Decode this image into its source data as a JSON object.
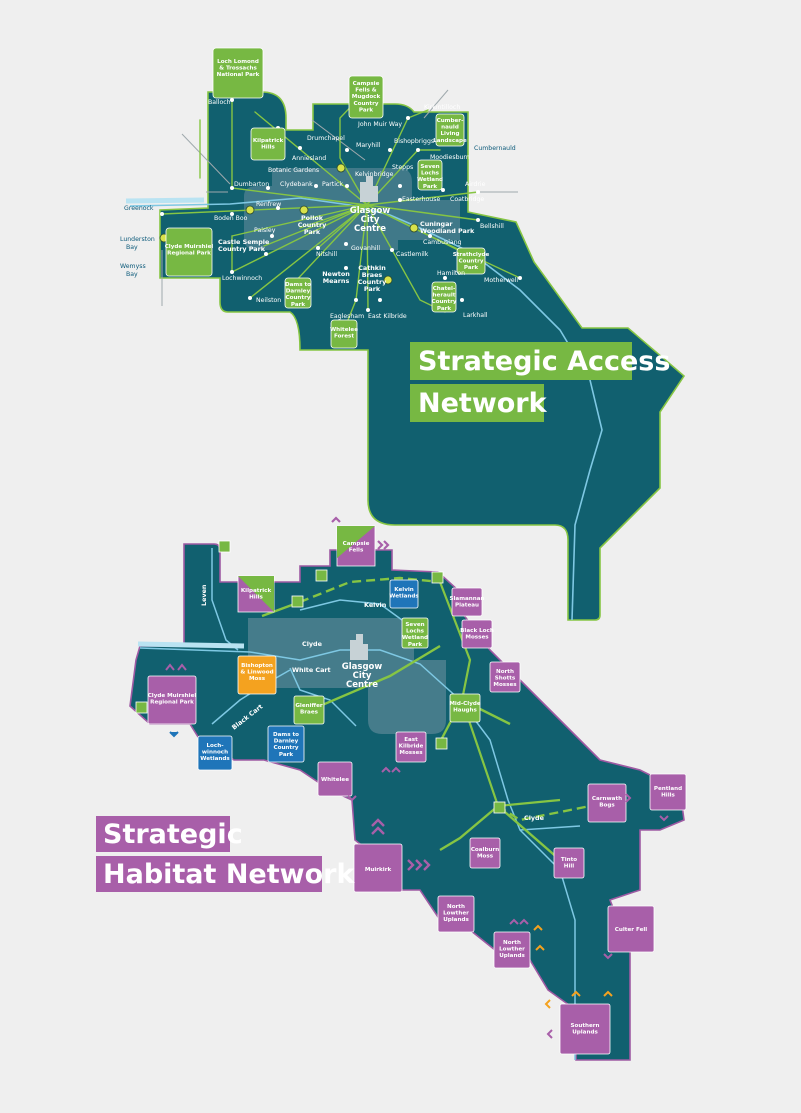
{
  "colors": {
    "background": "#efefef",
    "region_fill": "#11606f",
    "access_outline": "#86c543",
    "habitat_outline": "#9e5aa3",
    "access_green": "#77b843",
    "habitat_purple": "#a85fa9",
    "habitat_blue": "#1f75b9",
    "habitat_orange": "#f4a21f",
    "river": "#7ec8e3",
    "city_centre": "#7a98a8"
  },
  "access_map": {
    "title_line1": "Strategic Access",
    "title_line2": "Network",
    "city_centre": [
      "Glasgow",
      "City",
      "Centre"
    ],
    "places": [
      {
        "id": "balloch",
        "text": "Balloch"
      },
      {
        "id": "drumchapel",
        "text": "Drumchapel"
      },
      {
        "id": "johnmuir",
        "text": "John Muir Way"
      },
      {
        "id": "kirkintilloch",
        "text": "Kirkintilloch"
      },
      {
        "id": "annieslang",
        "text": "Anniesland"
      },
      {
        "id": "maryhill",
        "text": "Maryhill"
      },
      {
        "id": "bishopbriggs",
        "text": "Bishopbriggs"
      },
      {
        "id": "cumbernauld",
        "text": "Cumbernauld"
      },
      {
        "id": "botanic",
        "text": "Botanic Gardens"
      },
      {
        "id": "moodiesburn",
        "text": "Moodiesburn"
      },
      {
        "id": "stepps",
        "text": "Stepps"
      },
      {
        "id": "kelvinbridge",
        "text": "Kelvinbridge"
      },
      {
        "id": "dumbarton",
        "text": "Dumbarton"
      },
      {
        "id": "clydebank",
        "text": "Clydebank"
      },
      {
        "id": "partick",
        "text": "Partick"
      },
      {
        "id": "airdrie",
        "text": "Airdrie"
      },
      {
        "id": "coatbridge",
        "text": "Coatbridge"
      },
      {
        "id": "easterhouse",
        "text": "Easterhouse"
      },
      {
        "id": "greenock",
        "text": "Greenock"
      },
      {
        "id": "renfrew",
        "text": "Renfrew"
      },
      {
        "id": "bodenboo",
        "text": "Boden Boo"
      },
      {
        "id": "bellshill",
        "text": "Bellshill"
      },
      {
        "id": "paisley",
        "text": "Paisley"
      },
      {
        "id": "cambuslang",
        "text": "Cambuslang"
      },
      {
        "id": "lunderston",
        "text": "Lunderston"
      },
      {
        "id": "lunderston2",
        "text": "Bay"
      },
      {
        "id": "govanhill",
        "text": "Govanhill"
      },
      {
        "id": "wemyss",
        "text": "Wemyss"
      },
      {
        "id": "wemyss2",
        "text": "Bay"
      },
      {
        "id": "nitshill",
        "text": "Nitshill"
      },
      {
        "id": "castlemilk",
        "text": "Castlemilk"
      },
      {
        "id": "motherwell",
        "text": "Motherwell"
      },
      {
        "id": "lochwinnoch",
        "text": "Lochwinnoch"
      },
      {
        "id": "hamilton",
        "text": "Hamilton"
      },
      {
        "id": "neilston",
        "text": "Neilston"
      },
      {
        "id": "eaglesham",
        "text": "Eaglesham"
      },
      {
        "id": "eastkilbride",
        "text": "East Kilbride"
      },
      {
        "id": "larkhall",
        "text": "Larkhall"
      }
    ],
    "multi_labels": [
      {
        "id": "castlesemple",
        "lines": [
          "Castle Semple",
          "Country Park"
        ]
      },
      {
        "id": "pollok",
        "lines": [
          "Pollok",
          "Country",
          "Park"
        ]
      },
      {
        "id": "newton",
        "lines": [
          "Newton",
          "Mearns"
        ]
      },
      {
        "id": "cathkin",
        "lines": [
          "Cathkin",
          "Braes",
          "Country",
          "Park"
        ]
      },
      {
        "id": "cuningar",
        "lines": [
          "Cuningar",
          "Woodland Park"
        ]
      }
    ],
    "destinations": [
      {
        "id": "lomond",
        "lines": [
          "Loch Lomond",
          "& Trossachs",
          "National Park"
        ]
      },
      {
        "id": "campsie",
        "lines": [
          "Campsie",
          "Fells &",
          "Mugdock",
          "Country",
          "Park"
        ]
      },
      {
        "id": "kilpatrick",
        "lines": [
          "Kilpatrick",
          "Hills"
        ]
      },
      {
        "id": "cumbernauld_living",
        "lines": [
          "Cumber-",
          "nauld",
          "Living",
          "Landscape"
        ]
      },
      {
        "id": "sevenlochs",
        "lines": [
          "Seven",
          "Lochs",
          "Wetland",
          "Park"
        ]
      },
      {
        "id": "clydemuirshiel",
        "lines": [
          "Clyde Muirshiel",
          "Regional Park"
        ]
      },
      {
        "id": "dams",
        "lines": [
          "Dams to",
          "Darnley",
          "Country",
          "Park"
        ]
      },
      {
        "id": "strathclyde",
        "lines": [
          "Strathclyde",
          "Country",
          "Park"
        ]
      },
      {
        "id": "chatelherault",
        "lines": [
          "Chatel-",
          "herault",
          "Country",
          "Park"
        ]
      },
      {
        "id": "whitelee",
        "lines": [
          "Whitelee",
          "Forest"
        ]
      }
    ]
  },
  "habitat_map": {
    "title_line1": "Strategic",
    "title_line2": "Habitat Network",
    "city_centre": [
      "Glasgow",
      "City",
      "Centre"
    ],
    "water": [
      {
        "id": "leven",
        "text": "Leven"
      },
      {
        "id": "kelvin",
        "text": "Kelvin"
      },
      {
        "id": "clyde1",
        "text": "Clyde"
      },
      {
        "id": "whitecart",
        "text": "White Cart"
      },
      {
        "id": "blackcart",
        "text": "Black Cart"
      },
      {
        "id": "clyde2",
        "text": "Clyde"
      }
    ],
    "sites": [
      {
        "id": "campsie",
        "lines": [
          "Campsie",
          "Fells"
        ]
      },
      {
        "id": "kilpatrick",
        "lines": [
          "Kilpatrick",
          "Hills"
        ]
      },
      {
        "id": "kelvin_wet",
        "lines": [
          "Kelvin",
          "Wetlands"
        ]
      },
      {
        "id": "slamannan",
        "lines": [
          "Slamannan",
          "Plateau"
        ]
      },
      {
        "id": "sevenlochs",
        "lines": [
          "Seven",
          "Lochs",
          "Wetland",
          "Park"
        ]
      },
      {
        "id": "blackloch",
        "lines": [
          "Black Loch",
          "Mosses"
        ]
      },
      {
        "id": "bishopton",
        "lines": [
          "Bishopton",
          "& Linwood",
          "Moss"
        ]
      },
      {
        "id": "clydemuirshiel",
        "lines": [
          "Clyde Muirshiel",
          "Regional Park"
        ]
      },
      {
        "id": "northshotts",
        "lines": [
          "North",
          "Shotts",
          "Mosses"
        ]
      },
      {
        "id": "midclyde",
        "lines": [
          "Mid-Clyde",
          "Haughs"
        ]
      },
      {
        "id": "gleniffer",
        "lines": [
          "Gleniffer",
          "Braes"
        ]
      },
      {
        "id": "dams",
        "lines": [
          "Dams to",
          "Darnley",
          "Country",
          "Park"
        ]
      },
      {
        "id": "lochwinnoch",
        "lines": [
          "Loch-",
          "winnoch",
          "Wetlands"
        ]
      },
      {
        "id": "eastkilbride",
        "lines": [
          "East",
          "Kilbride",
          "Mosses"
        ]
      },
      {
        "id": "whitelee",
        "lines": [
          "Whitelee"
        ]
      },
      {
        "id": "carnwath",
        "lines": [
          "Carnwath",
          "Bogs"
        ]
      },
      {
        "id": "pentland",
        "lines": [
          "Pentland",
          "Hills"
        ]
      },
      {
        "id": "muirkirk",
        "lines": [
          "Muirkirk"
        ]
      },
      {
        "id": "coalburn",
        "lines": [
          "Coalburn",
          "Moss"
        ]
      },
      {
        "id": "tinto",
        "lines": [
          "Tinto",
          "Hill"
        ]
      },
      {
        "id": "northlowther1",
        "lines": [
          "North",
          "Lowther",
          "Uplands"
        ]
      },
      {
        "id": "northlowther2",
        "lines": [
          "North",
          "Lowther",
          "Uplands"
        ]
      },
      {
        "id": "culterfell",
        "lines": [
          "Culter Fell"
        ]
      },
      {
        "id": "southernuplands",
        "lines": [
          "Southern",
          "Uplands"
        ]
      }
    ]
  }
}
